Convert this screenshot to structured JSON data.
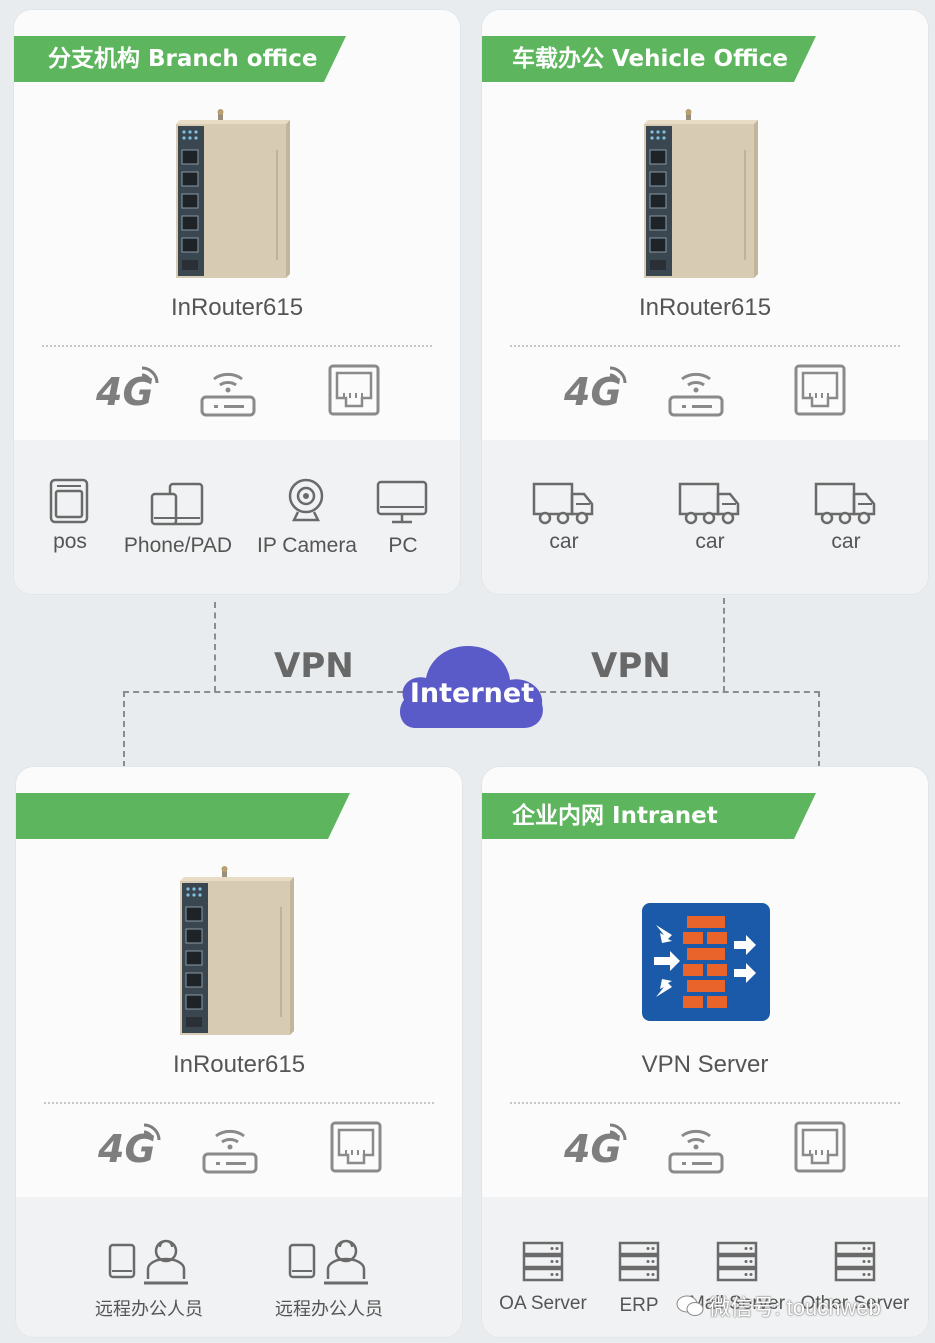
{
  "panels": {
    "branch": {
      "banner": "分支机构 Branch office",
      "device": "InRouter615",
      "items": [
        "pos",
        "Phone/PAD",
        "IP Camera",
        "PC"
      ]
    },
    "vehicle": {
      "banner": "车载办公 Vehicle Office",
      "device": "InRouter615",
      "items": [
        "car",
        "car",
        "car"
      ]
    },
    "remote": {
      "banner": "",
      "device": "InRouter615",
      "items": [
        "远程办公人员",
        "远程办公人员"
      ]
    },
    "intranet": {
      "banner": "企业内网 Intranet",
      "device": "VPN Server",
      "items": [
        "OA Server",
        "ERP",
        "Mail Server",
        "Other Server"
      ]
    }
  },
  "network": {
    "vpn_left": "VPN",
    "vpn_right": "VPN",
    "internet": "Internet"
  },
  "interface_icons": [
    "4g-icon",
    "wifi-router-icon",
    "ethernet-port-icon"
  ],
  "watermark": "微信号: touchweb",
  "colors": {
    "banner_green": "#5db55d",
    "cloud_purple": "#5a5ac8",
    "firewall_blue": "#1b5aa8",
    "brick_orange": "#e8642a"
  }
}
